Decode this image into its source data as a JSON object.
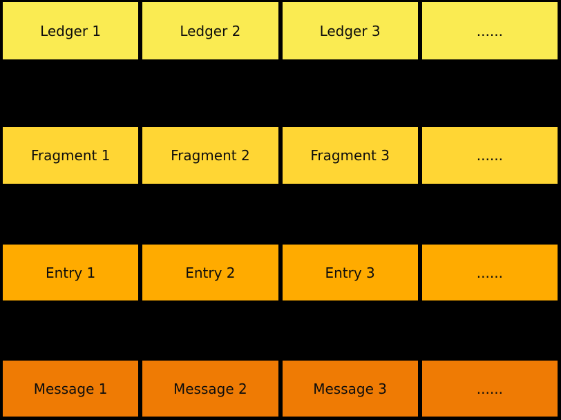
{
  "diagram": {
    "background_color": "#000000",
    "text_color": "#0d0d0d",
    "rows": [
      {
        "name": "ledger-row",
        "color": "#FAEB52",
        "cells": [
          "Ledger 1",
          "Ledger 2",
          "Ledger 3",
          "......"
        ]
      },
      {
        "name": "fragment-row",
        "color": "#FFD634",
        "cells": [
          "Fragment 1",
          "Fragment 2",
          "Fragment 3",
          "......"
        ]
      },
      {
        "name": "entry-row",
        "color": "#FFAB00",
        "cells": [
          "Entry 1",
          "Entry 2",
          "Entry 3",
          "......"
        ]
      },
      {
        "name": "message-row",
        "color": "#EF7B04",
        "cells": [
          "Message 1",
          "Message 2",
          "Message 3",
          "......"
        ]
      }
    ]
  }
}
